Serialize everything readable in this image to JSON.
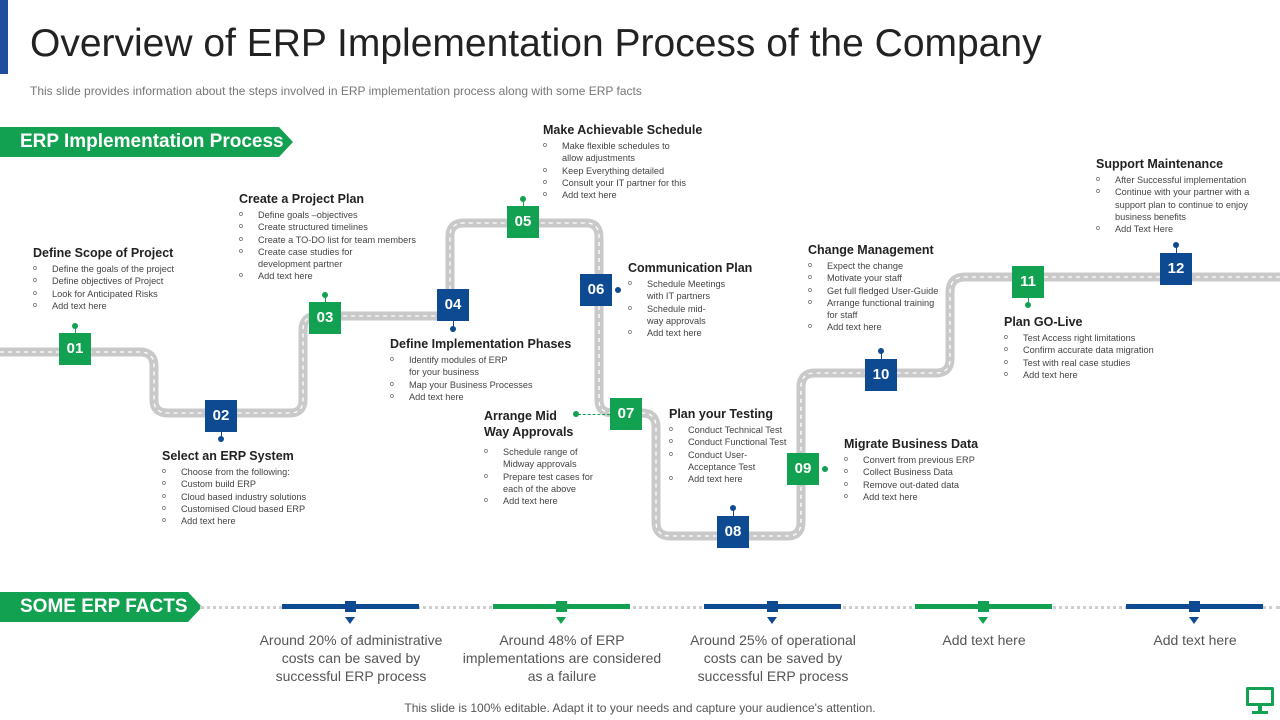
{
  "title": "Overview of ERP Implementation Process of the Company",
  "subtitle": "This slide provides information about the steps involved in ERP implementation process along with some ERP facts",
  "banners": {
    "process": "ERP Implementation Process",
    "facts": "SOME ERP FACTS"
  },
  "colors": {
    "green": "#12a150",
    "blue": "#0d4a91",
    "road": "#c9c9c9"
  },
  "steps": [
    {
      "num": "01",
      "title": "Define Scope of Project",
      "bullets": [
        "Define the goals of the project",
        "Define objectives of Project",
        "Look for Anticipated Risks",
        "Add text here"
      ]
    },
    {
      "num": "02",
      "title": "Select an ERP System",
      "bullets": [
        "Choose from the following:",
        "Custom build ERP",
        "Cloud based industry solutions",
        "Customised Cloud based ERP",
        "Add text here"
      ]
    },
    {
      "num": "03",
      "title": "Create a Project Plan",
      "bullets": [
        "Define goals –objectives",
        "Create structured timelines",
        "Create a TO-DO list for team members",
        "Create case studies for development partner",
        "Add text here"
      ]
    },
    {
      "num": "04",
      "title": "Define Implementation Phases",
      "bullets": [
        "Identify modules of ERP for your business",
        "Map your Business Processes",
        "Add text here"
      ]
    },
    {
      "num": "05",
      "title": "Make Achievable Schedule",
      "bullets": [
        "Make flexible schedules to allow adjustments",
        "Keep Everything detailed",
        "Consult your IT partner for this",
        "Add text here"
      ]
    },
    {
      "num": "06",
      "title": "Communication Plan",
      "bullets": [
        "Schedule Meetings with IT partners",
        "Schedule mid-way approvals",
        "Add text here"
      ]
    },
    {
      "num": "07",
      "title": "Arrange Mid Way Approvals",
      "bullets": [
        "Schedule range of Midway approvals",
        "Prepare test cases for each of the above",
        "Add text here"
      ]
    },
    {
      "num": "08",
      "title": "Plan your Testing",
      "bullets": [
        "Conduct Technical Test",
        "Conduct Functional Test",
        "Conduct User-Acceptance Test",
        "Add text here"
      ]
    },
    {
      "num": "09",
      "title": "Migrate Business Data",
      "bullets": [
        "Convert from previous ERP",
        "Collect Business Data",
        "Remove out-dated data",
        "Add text here"
      ]
    },
    {
      "num": "10",
      "title": "Change Management",
      "bullets": [
        "Expect the change",
        "Motivate your staff",
        "Get full fledged User-Guide",
        "Arrange functional training for staff",
        "Add text here"
      ]
    },
    {
      "num": "11",
      "title": "Plan GO-Live",
      "bullets": [
        "Test Access right limitations",
        "Confirm accurate data migration",
        "Test with real case studies",
        "Add text here"
      ]
    },
    {
      "num": "12",
      "title": "Support Maintenance",
      "bullets": [
        "After Successful implementation",
        "Continue with your partner with a support plan to continue to enjoy business benefits",
        "Add Text Here"
      ]
    }
  ],
  "facts": [
    {
      "text": "Around 20% of administrative costs can be saved by successful ERP process",
      "color": "#0d4a91"
    },
    {
      "text": "Around 48% of ERP implementations are considered as a failure",
      "color": "#12a150"
    },
    {
      "text": "Around 25% of operational costs can be saved by successful ERP process",
      "color": "#0d4a91"
    },
    {
      "text": "Add text here",
      "color": "#12a150"
    },
    {
      "text": "Add text here",
      "color": "#0d4a91"
    }
  ],
  "footer": "This slide is 100% editable. Adapt it to your needs and capture your audience's attention.",
  "footer_icon": "monitor-icon"
}
